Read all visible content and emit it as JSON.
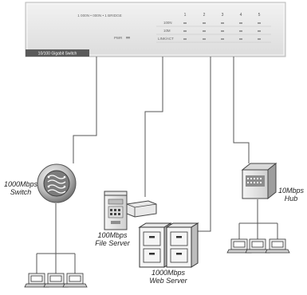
{
  "device_panel": {
    "top_text": "1 000N • 000N • 1 BRIDGE",
    "port_numbers": [
      "1",
      "2",
      "3",
      "4",
      "5"
    ],
    "row_labels": [
      "100N",
      "10M",
      "LINK/ACT"
    ],
    "power_label": "PWR",
    "model_strip": "10/100 Gigabit Switch"
  },
  "nodes": {
    "switch": {
      "line1": "1000Mbps",
      "line2": "Switch"
    },
    "file_server": {
      "line1": "100Mbps",
      "line2": "File Server"
    },
    "web_server": {
      "line1": "1000Mbps",
      "line2": "Web Server"
    },
    "hub": {
      "line1": "10Mbps",
      "line2": "Hub"
    }
  },
  "colors": {
    "panel_light": "#ececec",
    "panel_edge": "#c9c9c9",
    "strip": "#5a5a5a",
    "line": "#555555"
  },
  "icons": [
    "switch-icon",
    "file-server-icon",
    "web-server-icon",
    "hub-icon",
    "workstation-icon"
  ]
}
